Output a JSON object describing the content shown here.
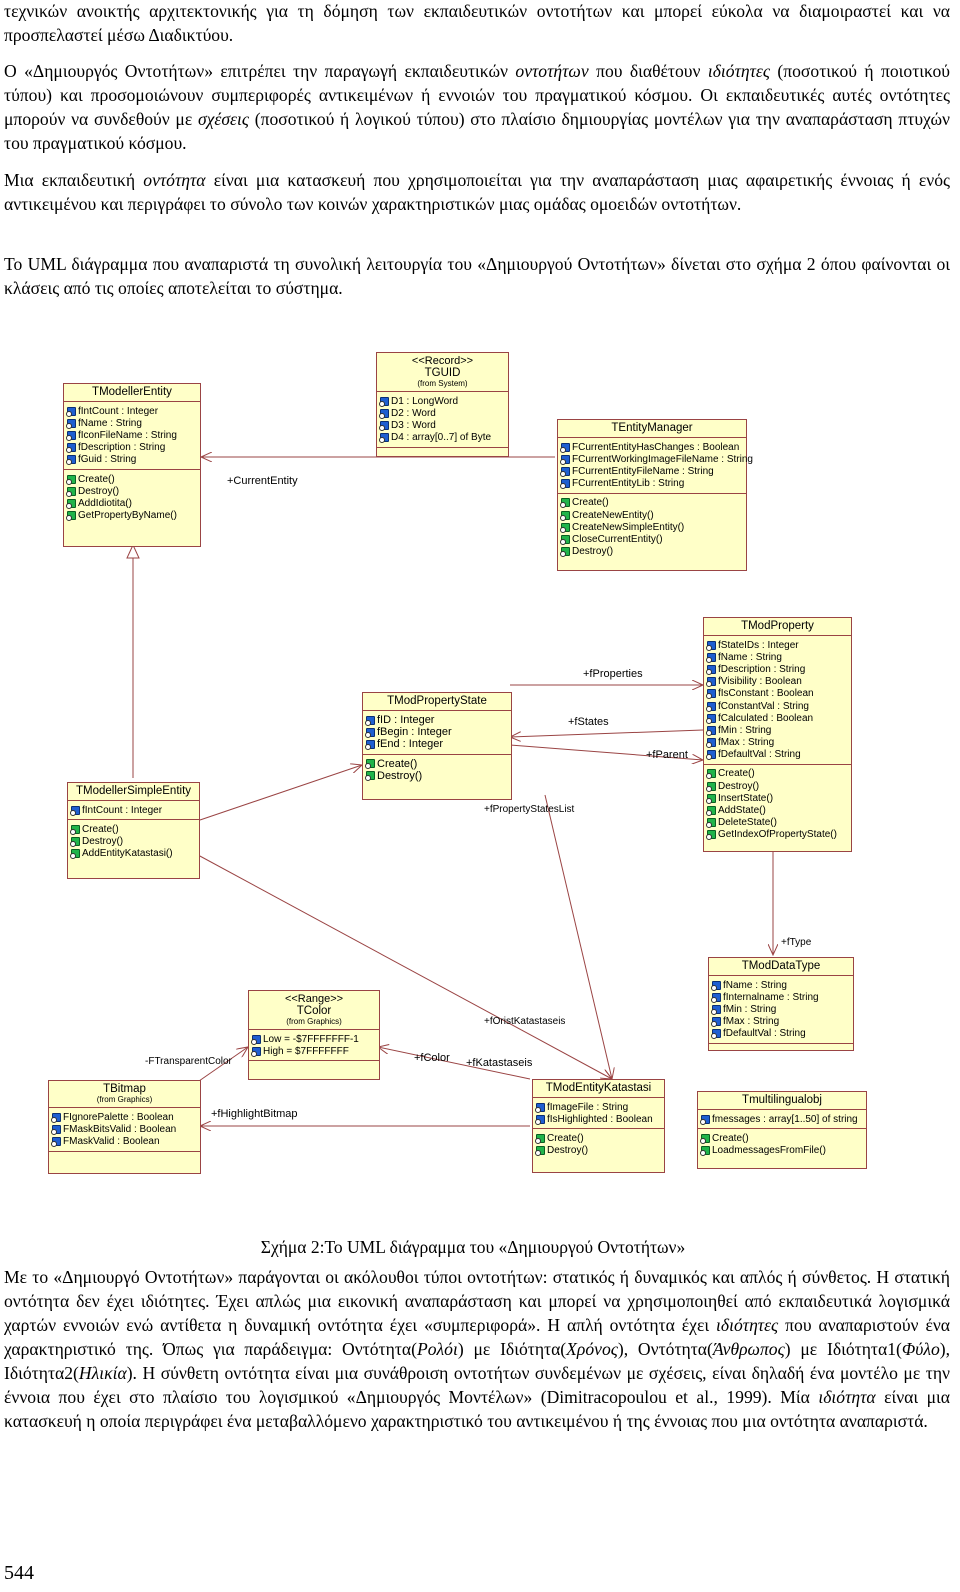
{
  "text": {
    "p1": "τεχνικών ανοικτής αρχιτεκτονικής για τη δόμηση των εκπαιδευτικών οντοτήτων και μπορεί εύκολα να διαμοιραστεί και να προσπελαστεί μέσω Διαδικτύου.",
    "p2_a": "Ο «Δημιουργός Οντοτήτων» επιτρέπει την παραγωγή εκπαιδευτικών ",
    "p2_i1": "οντοτήτων",
    "p2_b": " που διαθέτουν ",
    "p2_i2": "ιδιότητες",
    "p2_c": " (ποσοτικού ή ποιοτικού τύπου) και προσομοιώνουν συμπεριφορές αντικειμένων ή εννοιών του πραγματικού κόσμου. Οι εκπαιδευτικές αυτές οντότητες μπορούν να συνδεθούν με ",
    "p2_i3": "σχέσεις",
    "p2_d": " (ποσοτικού ή λογικού τύπου) στο πλαίσιο δημιουργίας μοντέλων για την αναπαράσταση πτυχών του πραγματικού κόσμου.",
    "p3_a": "Μια εκπαιδευτική ",
    "p3_i1": "οντότητα",
    "p3_b": " είναι μια κατασκευή που χρησιμοποιείται για την αναπαράσταση μιας αφαιρετικής έννοιας ή ενός αντικειμένου και περιγράφει το σύνολο των κοινών χαρακτηριστικών μιας ομάδας ομοειδών οντοτήτων.",
    "p4": "Το UML διάγραμμα που αναπαριστά τη συνολική λειτουργία του «Δημιουργού Οντοτήτων» δίνεται στο σχήμα 2 όπου φαίνονται οι κλάσεις από τις οποίες αποτελείται το σύστημα.",
    "caption": "Σχήμα 2:Το UML διάγραμμα του «Δημιουργού Οντοτήτων»",
    "p5_a": "Με το «Δημιουργό Οντοτήτων» παράγονται οι ακόλουθοι τύποι οντοτήτων: στατικός ή δυναμικός και απλός ή σύνθετος. Η στατική οντότητα δεν έχει ιδιότητες. Έχει απλώς μια εικονική αναπαράσταση και μπορεί να χρησιμοποιηθεί από εκπαιδευτικά λογισμικά χαρτών εννοιών ενώ αντίθετα η δυναμική οντότητα έχει «συμπεριφορά». Η απλή οντότητα έχει ",
    "p5_i1": "ιδιότητες",
    "p5_b": " που αναπαριστούν ένα χαρακτηριστικό της. Όπως για παράδειγμα: Οντότητα(",
    "p5_i2": "Ρολόι",
    "p5_c": ") με Ιδιότητα(",
    "p5_i3": "Χρόνος",
    "p5_d": "), Οντότητα(",
    "p5_i4": "Άνθρωπος",
    "p5_e": ") με Ιδιότητα1(",
    "p5_i5": "Φύλο",
    "p5_f": "), Ιδιότητα2(",
    "p5_i6": "Ηλικία",
    "p5_g": "). Η σύνθετη οντότητα είναι μια συνάθροιση οντοτήτων συνδεμένων με σχέσεις, είναι δηλαδή ένα μοντέλο με την έννοια που έχει στο πλαίσιο του λογισμικού «Δημιουργός Μοντέλων» (Dimitracopoulou et al., 1999). Μία ",
    "p5_i7": "ιδιότητα",
    "p5_h": " είναι μια κατασκευή η οποία περιγράφει ένα μεταβαλλόμενο χαρακτηριστικό του αντικειμένου ή της έννοιας που μια οντότητα αναπαριστά.",
    "page_number": "544"
  },
  "diagram": {
    "classes": [
      {
        "id": "modeller-entity",
        "stereo": "",
        "name": "TModellerEntity",
        "from": "",
        "attrs": [
          "fIntCount : Integer",
          "fName : String",
          "fIconFileName : String",
          "fDescription : String",
          "fGuid : String"
        ],
        "ops": [
          "Create()",
          "Destroy()",
          "AddIdiotita()",
          "GetPropertyByName()"
        ]
      },
      {
        "id": "tguid",
        "stereo": "<<Record>>",
        "name": "TGUID",
        "from": "(from System)",
        "attrs": [
          "D1 : LongWord",
          "D2 : Word",
          "D3 : Word",
          "D4 : array[0..7] of Byte"
        ],
        "ops": []
      },
      {
        "id": "entity-manager",
        "stereo": "",
        "name": "TEntityManager",
        "from": "",
        "attrs": [
          "FCurrentEntityHasChanges : Boolean",
          "FCurrentWorkingImageFileName : String",
          "FCurrentEntityFileName : String",
          "FCurrentEntityLib : String"
        ],
        "ops": [
          "Create()",
          "CreateNewEntity()",
          "CreateNewSimpleEntity()",
          "CloseCurrentEntity()",
          "Destroy()"
        ]
      },
      {
        "id": "mod-property",
        "stereo": "",
        "name": "TModProperty",
        "from": "",
        "attrs": [
          "fStateIDs : Integer",
          "fName : String",
          "fDescription : String",
          "fVisibility : Boolean",
          "fIsConstant : Boolean",
          "fConstantVal : String",
          "fCalculated : Boolean",
          "fMin : String",
          "fMax : String",
          "fDefaultVal : String"
        ],
        "ops": [
          "Create()",
          "Destroy()",
          "InsertState()",
          "AddState()",
          "DeleteState()",
          "GetIndexOfPropertyState()"
        ]
      },
      {
        "id": "mod-property-state",
        "stereo": "",
        "name": "TModPropertyState",
        "from": "",
        "attrs": [
          "fID : Integer",
          "fBegin : Integer",
          "fEnd : Integer"
        ],
        "ops": [
          "Create()",
          "Destroy()"
        ]
      },
      {
        "id": "modeller-simple-entity",
        "stereo": "",
        "name": "TModellerSimpleEntity",
        "from": "",
        "attrs": [
          "fIntCount : Integer"
        ],
        "ops": [
          "Create()",
          "Destroy()",
          "AddEntityKatastasi()"
        ]
      },
      {
        "id": "mod-data-type",
        "stereo": "",
        "name": "TModDataType",
        "from": "",
        "attrs": [
          "fName : String",
          "fInternalname : String",
          "fMin : String",
          "fMax : String",
          "fDefaultVal : String"
        ],
        "ops": []
      },
      {
        "id": "tcolor",
        "stereo": "<<Range>>",
        "name": "TColor",
        "from": "(from Graphics)",
        "attrs": [
          "Low = -$7FFFFFFF-1",
          "High = $7FFFFFFF"
        ],
        "ops": []
      },
      {
        "id": "tbitmap",
        "stereo": "",
        "name": "TBitmap",
        "from": "(from Graphics)",
        "attrs": [
          "FIgnorePalette : Boolean",
          "FMaskBitsValid : Boolean",
          "FMaskValid : Boolean"
        ],
        "ops": []
      },
      {
        "id": "mod-entity-katastasi",
        "stereo": "",
        "name": "TModEntityKatastasi",
        "from": "",
        "attrs": [
          "fImageFile : String",
          "fIsHighlighted : Boolean"
        ],
        "ops": [
          "Create()",
          "Destroy()"
        ]
      },
      {
        "id": "multilingualobj",
        "stereo": "",
        "name": "Tmultilingualobj",
        "from": "",
        "attrs": [
          "fmessages : array[1..50] of string"
        ],
        "ops": [
          "Create()",
          "LoadmessagesFromFile()"
        ]
      }
    ],
    "labels": {
      "current_entity": "+CurrentEntity",
      "f_properties": "+fProperties",
      "f_states": "+fStates",
      "f_parent": "+fParent",
      "f_property_states_list": "+fPropertyStatesList",
      "f_type": "+fType",
      "f_orist_katastaseis": "+fOristKatastaseis",
      "f_transparent_color": "-FTransparentColor",
      "f_color": "+fColor",
      "f_katastaseis": "+fKatastaseis",
      "f_highlight_bitmap": "+fHighlightBitmap"
    }
  }
}
